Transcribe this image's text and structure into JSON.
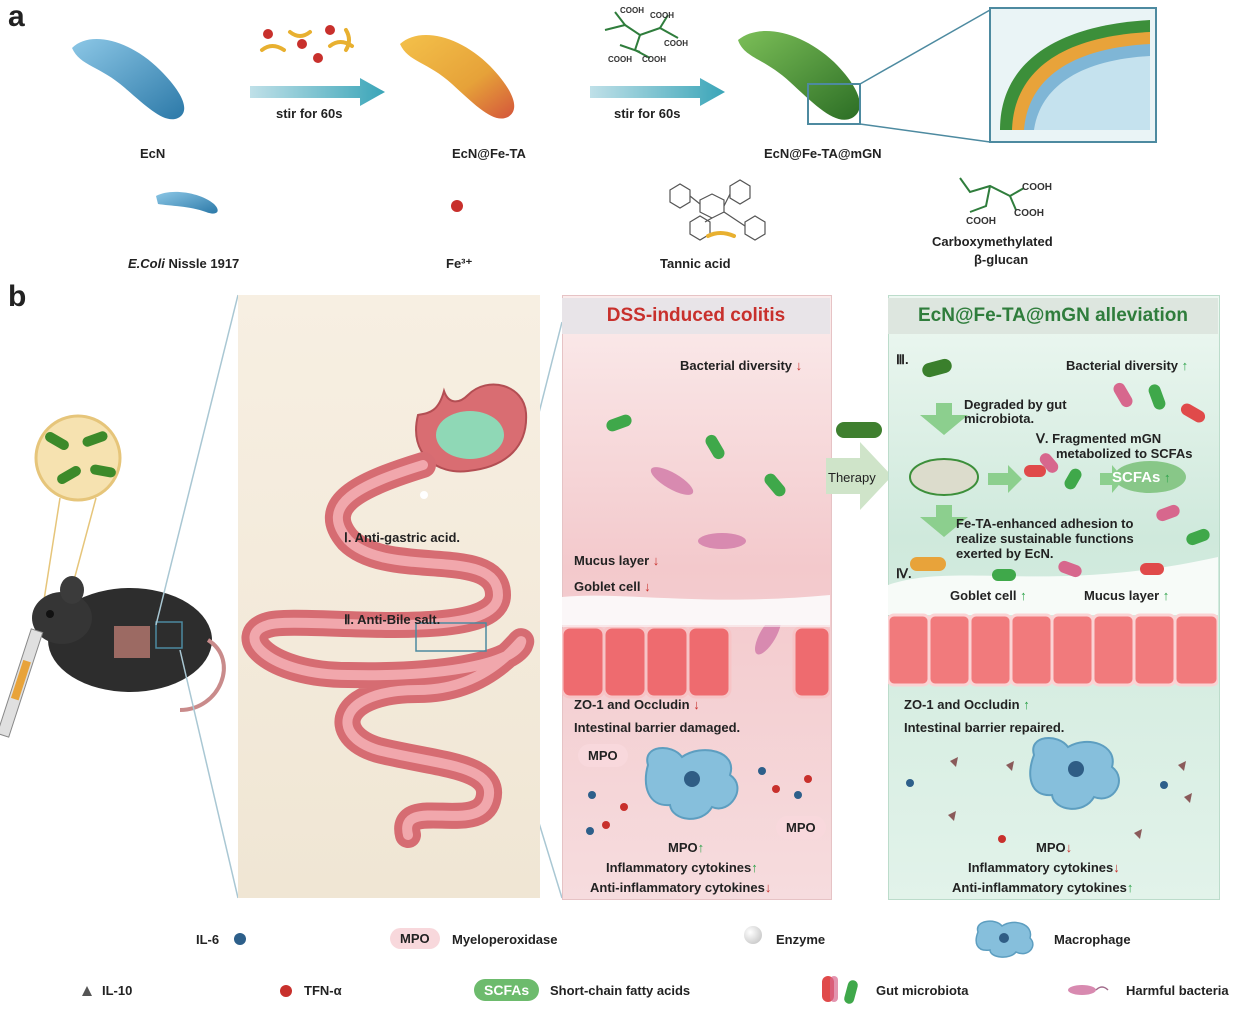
{
  "panel_a": {
    "letter": "a",
    "step1_label": "stir for 60s",
    "step2_label": "stir for 60s",
    "ecn_label": "EcN",
    "ecnfeta_label": "EcN@Fe-TA",
    "ecnfetamgn_label": "EcN@Fe-TA@mGN",
    "cooh": "COOH",
    "legend": {
      "ecoli_italic": "E.Coli",
      "ecoli_rest": " Nissle 1917",
      "fe": "Fe³⁺",
      "tannic": "Tannic acid",
      "glucan_line1": "Carboxymethylated",
      "glucan_line2": "β-glucan"
    }
  },
  "panel_b": {
    "letter": "b",
    "intestine": {
      "anti_gastric": "Ⅰ. Anti-gastric acid.",
      "anti_bile": "Ⅱ. Anti-Bile salt."
    },
    "colitis": {
      "title": "DSS-induced colitis",
      "bacterial_diversity": "Bacterial diversity",
      "mucus_layer": "Mucus layer",
      "goblet_cell": "Goblet cell",
      "zo1": "ZO-1 and Occludin",
      "barrier": "Intestinal barrier damaged.",
      "mpo1": "MPO",
      "mpo2": "MPO",
      "mpo3": "MPO",
      "inflammatory": "Inflammatory cytokines",
      "anti_inflammatory": "Anti-inflammatory cytokines",
      "arrow_down": "↓",
      "arrow_up": "↑"
    },
    "therapy": "Therapy",
    "alleviation": {
      "title": "EcN@Fe-TA@mGN alleviation",
      "step3": "Ⅲ.",
      "bacterial_diversity": "Bacterial diversity",
      "degraded_1": "Degraded by gut",
      "degraded_2": "microbiota.",
      "fragmented_1": "Ⅴ. Fragmented mGN",
      "fragmented_2": "metabolized to SCFAs",
      "scfas": "SCFAs",
      "adhesion_1": "Fe-TA-enhanced adhesion to",
      "adhesion_2": "realize sustainable functions",
      "adhesion_3": "exerted by EcN.",
      "step4": "Ⅳ.",
      "goblet_cell": "Goblet cell",
      "mucus_layer": "Mucus layer",
      "zo1": "ZO-1 and Occludin",
      "barrier": "Intestinal barrier repaired.",
      "mpo": "MPO",
      "inflammatory": "Inflammatory cytokines",
      "anti_inflammatory": "Anti-inflammatory cytokines"
    }
  },
  "legend": {
    "il6": "IL-6",
    "mpo_badge": "MPO",
    "mpo": "Myeloperoxidase",
    "enzyme": "Enzyme",
    "macrophage": "Macrophage",
    "il10": "IL-10",
    "tnf": "TFN-α",
    "scfas_badge": "SCFAs",
    "scfas": "Short-chain fatty acids",
    "gut": "Gut microbiota",
    "harmful": "Harmful bacteria"
  },
  "colors": {
    "ecn_blue": "#4a9cc7",
    "feta_orange": "#e8a33a",
    "mgn_green": "#3f8a2f",
    "colitis_pink": "#f3c9cc",
    "alleviation_green": "#cfe9dc",
    "up_green": "#2ea34a",
    "down_red": "#c8302c"
  }
}
